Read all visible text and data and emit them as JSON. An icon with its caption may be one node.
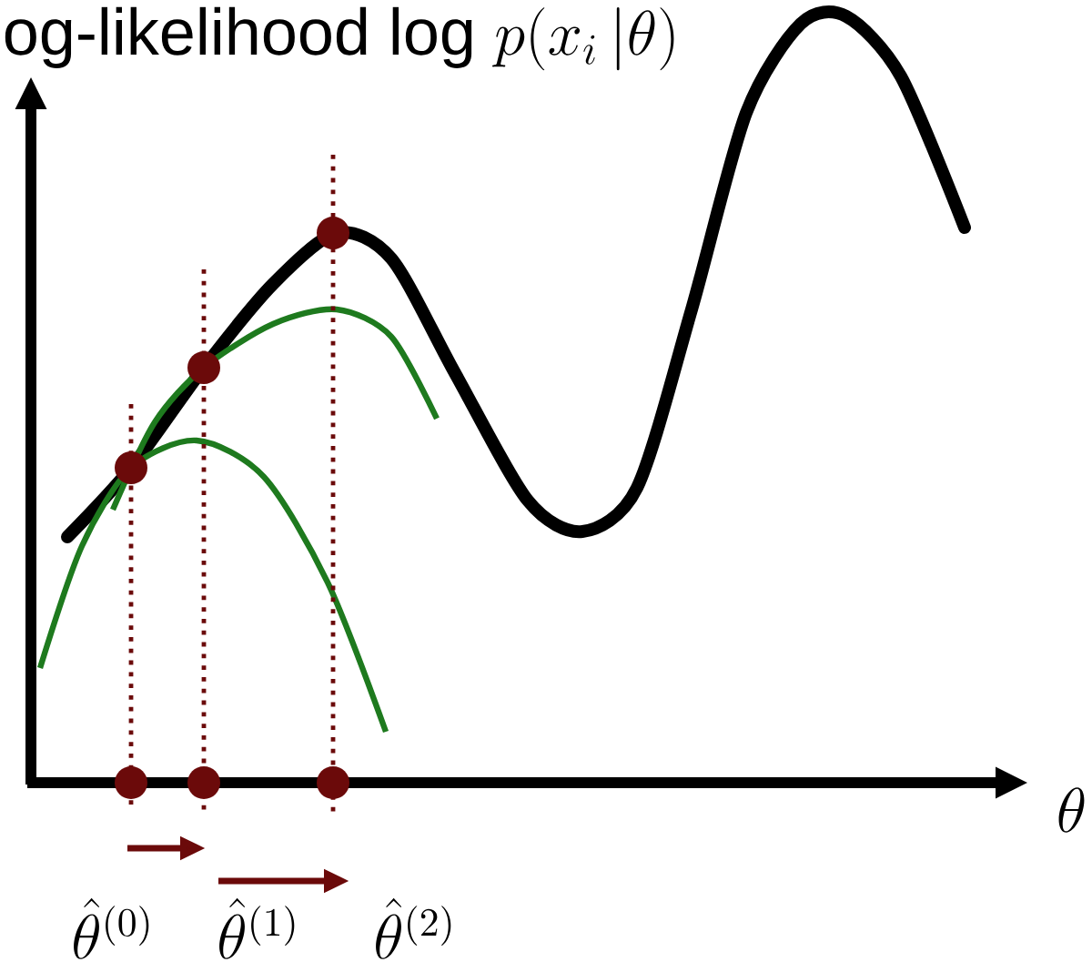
{
  "diagram": {
    "title": "og-likelihood log",
    "labels": [
      "p(x_i\\,|\\theta)",
      "\\theta",
      "\\hat{\\theta}^{(0)}",
      "\\hat{\\theta}^{(1)}",
      "\\hat{\\theta}^{(2)}"
    ]
  }
}
